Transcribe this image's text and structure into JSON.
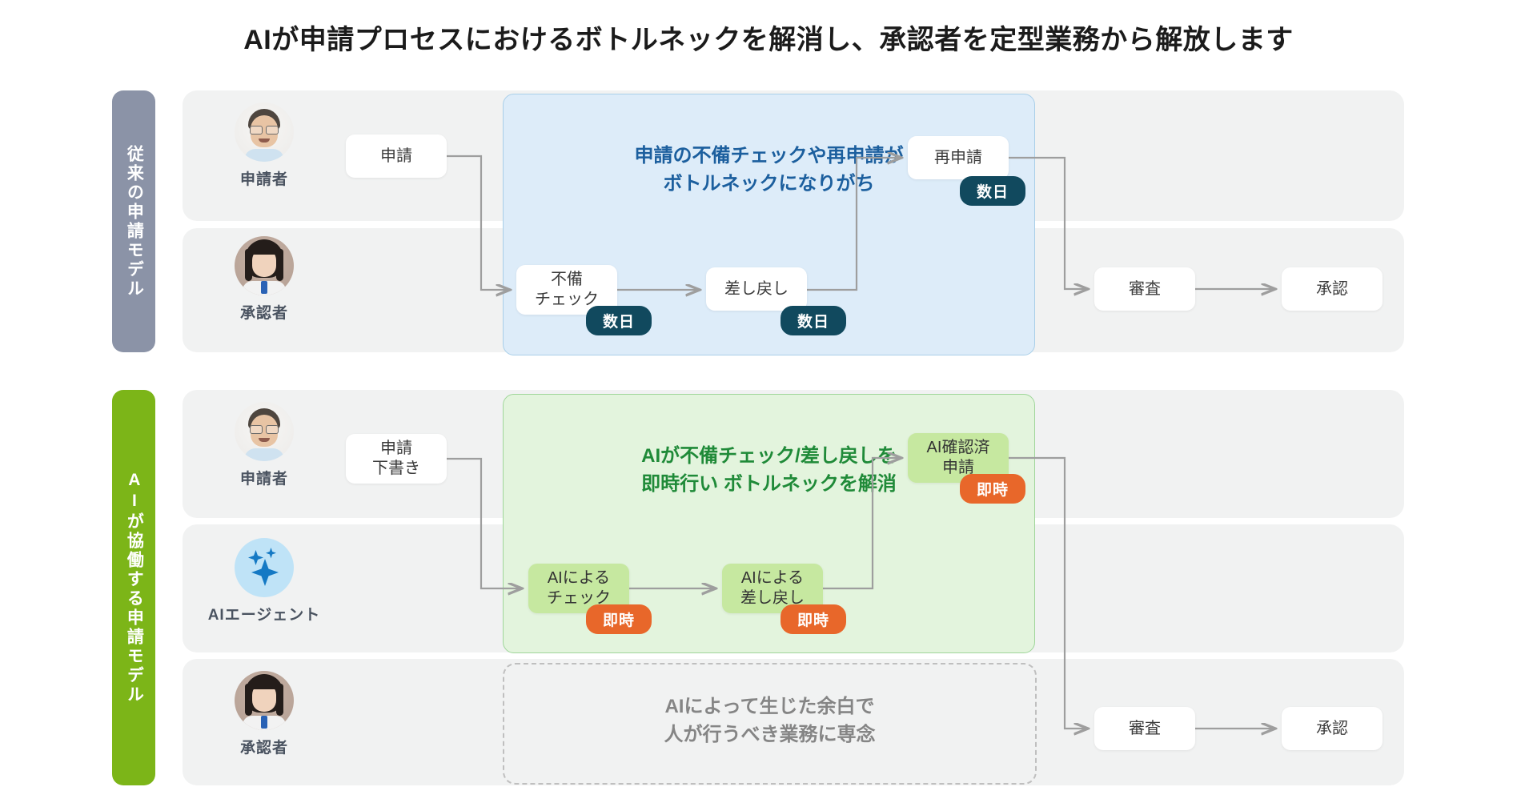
{
  "title": "AIが申請プロセスにおけるボトルネックを解消し、承認者を定型業務から解放します",
  "models": {
    "legacy": {
      "label": "従来の申請モデル",
      "color": "#8b93a7"
    },
    "ai": {
      "label": "AIが協働する申請モデル",
      "color": "#7cb518"
    }
  },
  "actors": {
    "legacy_applicant": {
      "name": "申請者",
      "icon": "applicant-photo-avatar"
    },
    "legacy_approver": {
      "name": "承認者",
      "icon": "approver-photo-avatar"
    },
    "ai_applicant": {
      "name": "申請者",
      "icon": "applicant-photo-avatar"
    },
    "ai_agent": {
      "name": "AIエージェント",
      "icon": "sparkle-icon"
    },
    "ai_approver": {
      "name": "承認者",
      "icon": "approver-photo-avatar"
    }
  },
  "legacy_flow": {
    "panel_text_line1": "申請の不備チェックや再申請が",
    "panel_text_line2": "ボトルネックになりがち",
    "panel_color": "#ddecf9",
    "panel_text_color": "#1c5f9e",
    "nodes": {
      "shinsei": {
        "label": "申請"
      },
      "fubi_check": {
        "line1": "不備",
        "line2": "チェック",
        "badge": "数日"
      },
      "sashimodoshi": {
        "label": "差し戻し",
        "badge": "数日"
      },
      "saishinsei": {
        "label": "再申請",
        "badge": "数日"
      },
      "shinsa": {
        "label": "審査"
      },
      "shounin": {
        "label": "承認"
      }
    },
    "badge_color": "#11495e"
  },
  "ai_flow": {
    "panel_text_line1": "AIが不備チェック/差し戻しを",
    "panel_text_line2": "即時行い ボトルネックを解消",
    "panel_color": "#e3f4dd",
    "panel_text_color": "#1f8a38",
    "dashed_text_line1": "AIによって生じた余白で",
    "dashed_text_line2": "人が行うべき業務に専念",
    "nodes": {
      "shitagaki": {
        "line1": "申請",
        "line2": "下書き"
      },
      "ai_check": {
        "line1": "AIによる",
        "line2": "チェック",
        "badge": "即時"
      },
      "ai_send_back": {
        "line1": "AIによる",
        "line2": "差し戻し",
        "badge": "即時"
      },
      "ai_done": {
        "line1": "AI確認済",
        "line2": "申請",
        "badge": "即時"
      },
      "shinsa": {
        "label": "審査"
      },
      "shounin": {
        "label": "承認"
      }
    },
    "badge_color": "#e8672a"
  }
}
